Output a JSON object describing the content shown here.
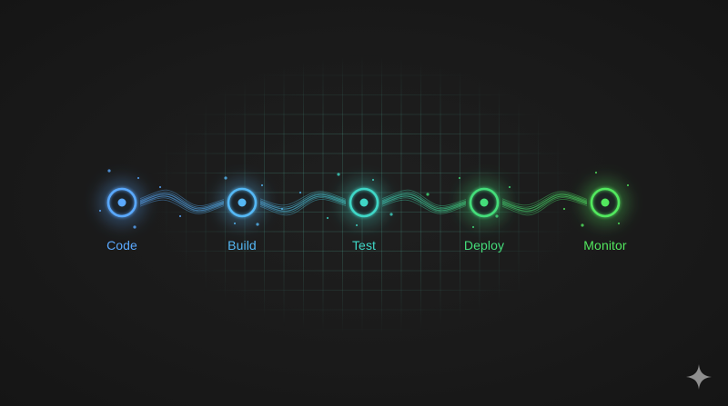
{
  "pipeline": {
    "stages": [
      {
        "id": "code",
        "label": "Code",
        "color": "#5aa9ff"
      },
      {
        "id": "build",
        "label": "Build",
        "color": "#55b8f5"
      },
      {
        "id": "test",
        "label": "Test",
        "color": "#3fd6c6"
      },
      {
        "id": "deploy",
        "label": "Deploy",
        "color": "#44dd7a"
      },
      {
        "id": "monitor",
        "label": "Monitor",
        "color": "#52e85e"
      }
    ]
  },
  "icons": {
    "corner": "sparkle-icon"
  }
}
